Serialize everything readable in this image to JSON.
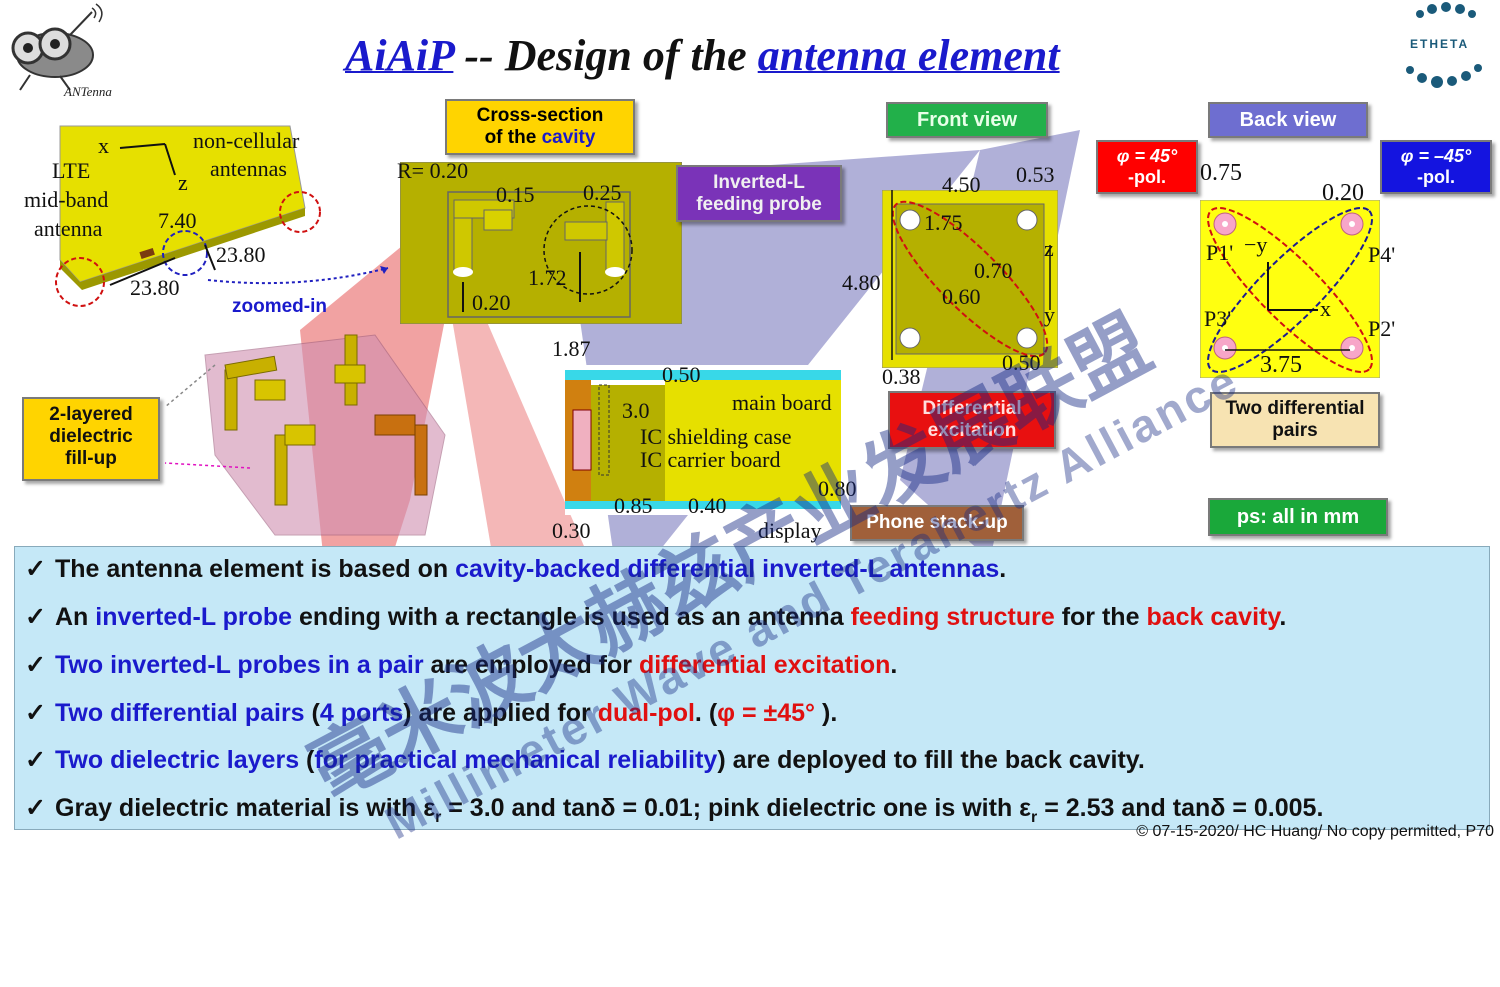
{
  "title": {
    "part1": "AiAiP",
    "part2": " -- Design of the ",
    "part3": "antenna element"
  },
  "logos": {
    "left_caption": "ANTenna",
    "right_text": "ETHETA"
  },
  "labels": {
    "cross_section_1": "Cross-section",
    "cross_section_2a": "of the ",
    "cross_section_2b": "cavity",
    "inverted_l_1": "Inverted-L",
    "inverted_l_2": "feeding probe",
    "front_view": "Front view",
    "back_view": "Back view",
    "phi_pos_1": "φ = 45°",
    "phi_pos_2": "-pol.",
    "phi_neg_1": "φ = –45°",
    "phi_neg_2": "-pol.",
    "two_layered_1": "2-layered",
    "two_layered_2": "dielectric",
    "two_layered_3": "fill-up",
    "diff_exc_1": "Differential",
    "diff_exc_2": "excitation",
    "two_diff_1": "Two differential",
    "two_diff_2": "pairs",
    "phone_stackup": "Phone stack-up",
    "ps_all_mm": "ps: all in mm",
    "zoomed_in": "zoomed-in"
  },
  "phone_diagram": {
    "x": "x",
    "z": "z",
    "non_cellular_1": "non-cellular",
    "non_cellular_2": "antennas",
    "lte_1": "LTE",
    "lte_2": "mid-band",
    "lte_3": "antenna",
    "d_7_40": "7.40",
    "d_23_80a": "23.80",
    "d_23_80b": "23.80"
  },
  "cavity_diagram": {
    "r": "R= 0.20",
    "d_0_15": "0.15",
    "d_0_25": "0.25",
    "d_1_72": "1.72",
    "d_0_20": "0.20"
  },
  "stackup_diagram": {
    "d_1_87": "1.87",
    "d_0_50": "0.50",
    "d_3_0": "3.0",
    "main_board": "main board",
    "ic_shield": "IC shielding case",
    "ic_carrier": "IC carrier board",
    "d_0_80": "0.80",
    "d_0_85": "0.85",
    "d_0_40": "0.40",
    "d_0_30": "0.30",
    "display": "display"
  },
  "front_diagram": {
    "d_4_50": "4.50",
    "d_0_53": "0.53",
    "d_1_75": "1.75",
    "d_4_80": "4.80",
    "d_0_70": "0.70",
    "d_0_60": "0.60",
    "d_0_38": "0.38",
    "d_0_50": "0.50",
    "z": "z",
    "y": "y"
  },
  "back_diagram": {
    "d_0_75": "0.75",
    "d_0_20": "0.20",
    "p1": "P1'",
    "p4": "P4'",
    "p3": "P3'",
    "p2": "P2'",
    "neg_y": "−y",
    "x": "x",
    "d_3_75": "3.75"
  },
  "bullets": [
    {
      "id": "b1",
      "parts": [
        {
          "t": "The antenna element is based on ",
          "c": "k"
        },
        {
          "t": "cavity-backed differential inverted-L antennas",
          "c": "b"
        },
        {
          "t": ".",
          "c": "k"
        }
      ]
    },
    {
      "id": "b2",
      "parts": [
        {
          "t": "An ",
          "c": "k"
        },
        {
          "t": "inverted-L probe",
          "c": "b"
        },
        {
          "t": " ending with a rectangle is used as an antenna ",
          "c": "k"
        },
        {
          "t": "feeding structure",
          "c": "r"
        },
        {
          "t": " for the ",
          "c": "k"
        },
        {
          "t": "back cavity",
          "c": "r"
        },
        {
          "t": ".",
          "c": "k"
        }
      ]
    },
    {
      "id": "b3",
      "parts": [
        {
          "t": "Two inverted-L probes in a pair",
          "c": "b"
        },
        {
          "t": " are employed for ",
          "c": "k"
        },
        {
          "t": "differential excitation",
          "c": "r"
        },
        {
          "t": ".",
          "c": "k"
        }
      ]
    },
    {
      "id": "b4",
      "parts": [
        {
          "t": "Two differential pairs",
          "c": "b"
        },
        {
          "t": " (",
          "c": "k"
        },
        {
          "t": "4 ports",
          "c": "b"
        },
        {
          "t": ") are applied for ",
          "c": "k"
        },
        {
          "t": "dual-pol",
          "c": "r"
        },
        {
          "t": ". (",
          "c": "k"
        },
        {
          "t": "φ = ±45°",
          "c": "r"
        },
        {
          "t": " ).",
          "c": "k"
        }
      ]
    },
    {
      "id": "b5",
      "parts": [
        {
          "t": "Two dielectric layers",
          "c": "b"
        },
        {
          "t": " (",
          "c": "k"
        },
        {
          "t": "for practical mechanical reliability",
          "c": "b"
        },
        {
          "t": ") are deployed to fill the back cavity.",
          "c": "k"
        }
      ]
    },
    {
      "id": "b6",
      "parts": [
        {
          "t": "Gray dielectric material is with ε",
          "c": "k"
        },
        {
          "t": "r",
          "c": "sub"
        },
        {
          "t": " = 3.0 and tanδ = 0.01; pink dielectric one is with ε",
          "c": "k"
        },
        {
          "t": "r",
          "c": "sub"
        },
        {
          "t": " = 2.53 and tanδ = 0.005.",
          "c": "k"
        }
      ]
    }
  ],
  "watermark": {
    "cn": "毫米波太赫兹产业发展联盟",
    "en": "Millimeter Wave and Terahertz Alliance"
  },
  "footer": "© 07-15-2020/ HC Huang/ No copy permitted, P70",
  "colors": {
    "yellow": "#e6e000",
    "olive": "#b5b000",
    "blue_text": "#1a1acc",
    "red_text": "#e01010",
    "bullet_bg": "#c5e8f7"
  }
}
